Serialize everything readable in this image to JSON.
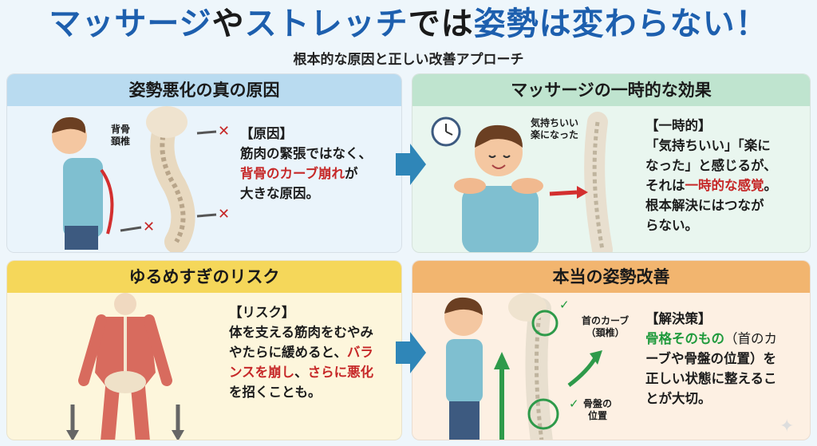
{
  "title": {
    "part1": "マッサージ",
    "part2": "や",
    "part3": "ストレッチ",
    "part4": "では",
    "part5": "姿勢は変わらない！"
  },
  "subtitle": "根本的な原因と正しい改善アプローチ",
  "panels": {
    "cause": {
      "heading": "姿勢悪化の真の原因",
      "label_line1": "背骨",
      "label_line2": "頚椎",
      "text": {
        "l1": "【原因】",
        "l2": "筋肉の緊張ではなく、",
        "l3_red": "背骨のカーブ崩れ",
        "l3_rest": "が",
        "l4": "大きな原因。"
      }
    },
    "massage": {
      "heading": "マッサージの一時的な効果",
      "bubble_line1": "気持ちいい",
      "bubble_line2": "楽になった",
      "text": {
        "l1": "【一時的】",
        "l2": "「気持ちいい」「楽に",
        "l3": "なった」と感じるが、",
        "l4_pre": "それは",
        "l4_red": "一時的な感覚",
        "l4_post": "。",
        "l5": "根本解決にはつなが",
        "l6": "らない。"
      }
    },
    "risk": {
      "heading": "ゆるめすぎのリスク",
      "text": {
        "l1": "【リスク】",
        "l2": "体を支える筋肉をむやみ",
        "l3_pre": "やたらに緩めると、",
        "l3_red": "バラ",
        "l4_red": "ンスを崩し",
        "l4_mid": "、",
        "l4_red2": "さらに悪化",
        "l5": "を招くことも。"
      }
    },
    "solution": {
      "heading": "本当の姿勢改善",
      "neck_label_line1": "首のカーブ",
      "neck_label_line2": "（頚椎）",
      "pelvis_label_line1": "骨盤の",
      "pelvis_label_line2": "位置",
      "text": {
        "l1": "【解決策】",
        "l2_green": "骨格そのもの",
        "l2_rest": "（首のカ",
        "l3": "ーブや骨盤の位置）を",
        "l4": "正しい状態に整えるこ",
        "l5": "とが大切。"
      }
    }
  },
  "colors": {
    "title_blue": "#1d5fae",
    "accent_red": "#c62828",
    "accent_green": "#1f9a3c",
    "flow_arrow": "#2f86b8"
  }
}
